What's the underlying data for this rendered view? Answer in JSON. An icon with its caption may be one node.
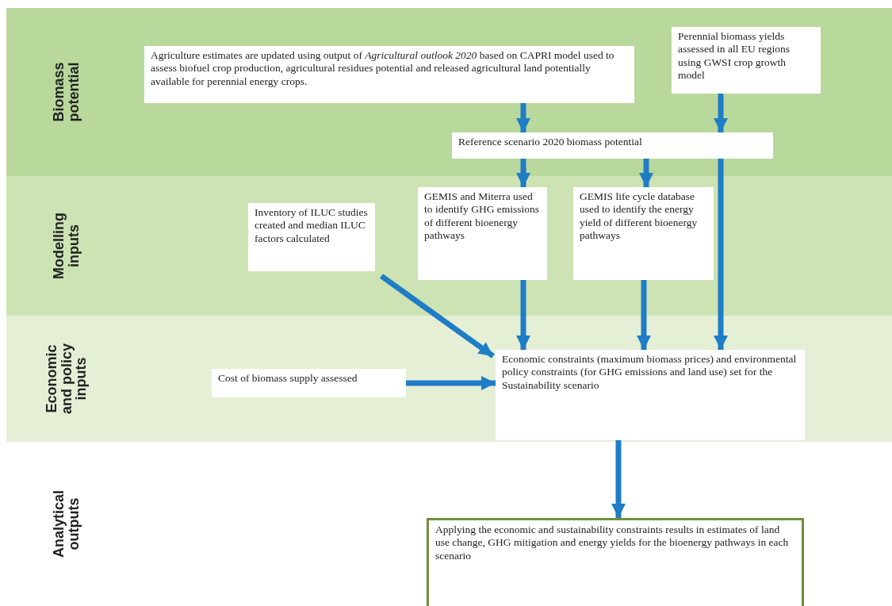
{
  "diagram": {
    "nodes": [
      {
        "text": [
          "Biomass potential"
        ]
      },
      {
        "text": [
          "Agriculture estimates are updated using output of *Agricultural outlook 2020* based on CAPRI model used to assess biofuel crop production, agricultural residues potential and released agricultural land potentially available for perennial energy crops."
        ],
        "in": 0
      },
      {
        "text": [
          "Perennial biomass yields assessed in all EU regions using GWSI crop growth model"
        ],
        "in": 0
      },
      {
        "text": [
          "Reference scenario 2020 biomass potential"
        ],
        "in": 0
      },
      {
        "text": [
          "Modelling inputs"
        ]
      },
      {
        "text": [
          "Inventory of ILUC studies created and median ILUC factors calculated"
        ],
        "in": 4
      },
      {
        "text": [
          "GEMIS and Miterra used to identify GHG emissions of different bioenergy pathways"
        ],
        "in": 4
      },
      {
        "text": [
          "GEMIS life cycle database used to identify the energy yield of different bioenergy pathways"
        ],
        "in": 4
      },
      {
        "text": [
          "Economic and policy inputs"
        ]
      },
      {
        "text": [
          "Cost of biomass supply assessed"
        ],
        "in": 8
      },
      {
        "text": [
          "Economic constraints (maximum biomass prices) and environmental policy constraints (for GHG emissions and land use) set for the Sustainability scenario"
        ],
        "in": 8
      },
      {
        "text": [
          "Applying the economic and sustainability constraints results in estimates of land use change, GHG mitigation and energy yields for the bioenergy pathways in each scenario"
        ]
      }
    ],
    "edges": [
      {
        "from": 1,
        "to": 3,
        "arrow": "to"
      },
      {
        "from": 2,
        "to": 3,
        "arrow": "to"
      },
      {
        "from": 3,
        "to": 6,
        "arrow": "to"
      },
      {
        "from": 3,
        "to": 7,
        "arrow": "to"
      },
      {
        "from": 3,
        "to": 10,
        "arrow": "to"
      },
      {
        "from": 5,
        "to": 10,
        "arrow": "to"
      },
      {
        "from": 6,
        "to": 10,
        "arrow": "to"
      },
      {
        "from": 7,
        "to": 10,
        "arrow": "to"
      },
      {
        "from": 9,
        "to": 10,
        "arrow": "to"
      },
      {
        "from": 10,
        "to": 11,
        "arrow": "to"
      }
    ],
    "labels": [
      "Analytical outputs"
    ]
  }
}
